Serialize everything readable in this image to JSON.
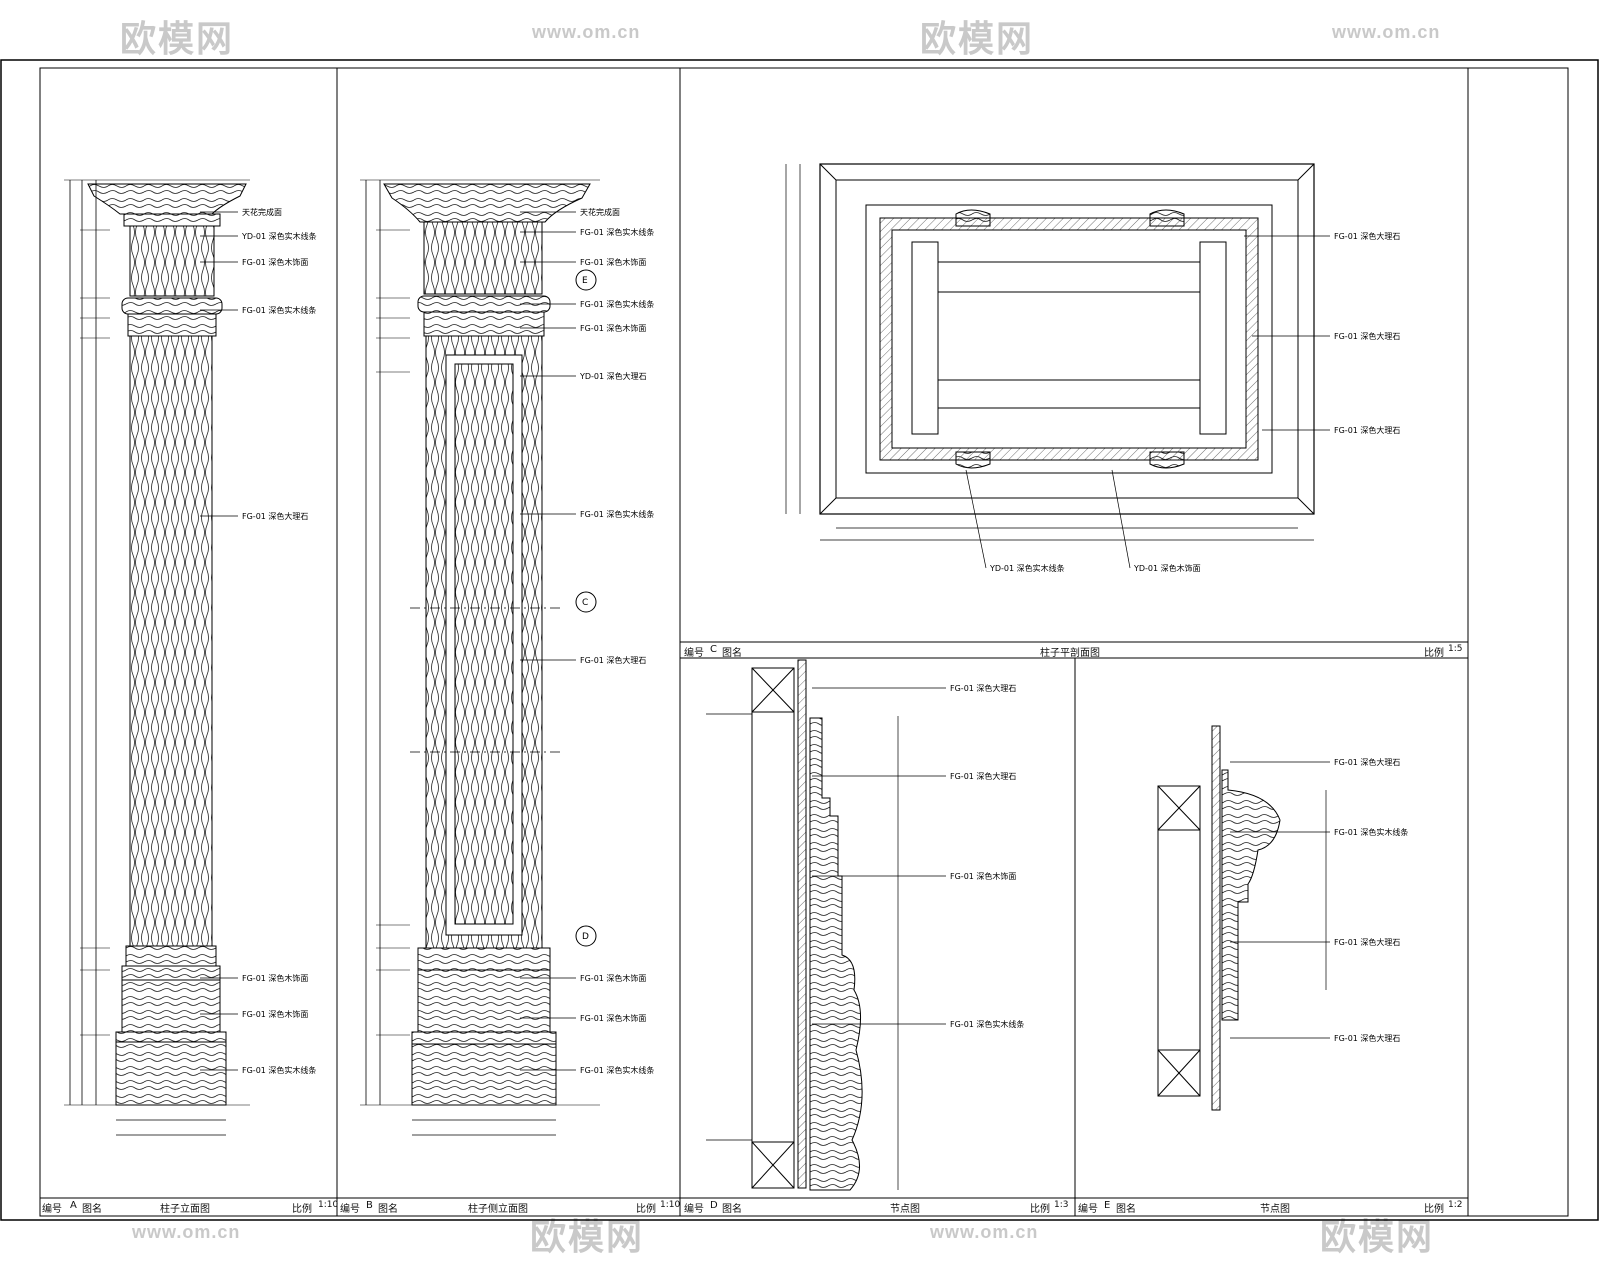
{
  "watermark": {
    "logo_text": "欧模网",
    "url_text": "www.om.cn"
  },
  "panel_a": {
    "id": "A",
    "title": "柱子立面图",
    "scale": "1:10",
    "code_label": "编号",
    "name_label": "图名",
    "scale_label": "比例",
    "callouts": [
      "天花完成面",
      "YD-01 深色实木线条",
      "FG-01 深色木饰面",
      "FG-01 深色实木线条",
      "FG-01 深色大理石",
      "FG-01 深色木饰面",
      "FG-01 深色木饰面",
      "FG-01 深色实木线条"
    ]
  },
  "panel_b": {
    "id": "B",
    "title": "柱子侧立面图",
    "scale": "1:10",
    "code_label": "编号",
    "name_label": "图名",
    "scale_label": "比例",
    "markers": [
      "E",
      "C",
      "D"
    ],
    "callouts": [
      "天花完成面",
      "FG-01 深色实木线条",
      "FG-01 深色木饰面",
      "FG-01 深色实木线条",
      "FG-01 深色木饰面",
      "YD-01 深色大理石",
      "FG-01 深色实木线条",
      "FG-01 深色大理石",
      "FG-01 深色木饰面",
      "FG-01 深色木饰面",
      "FG-01 深色实木线条"
    ]
  },
  "panel_c": {
    "id": "C",
    "title": "柱子平剖面图",
    "scale": "1:5",
    "code_label": "编号",
    "name_label": "图名",
    "scale_label": "比例",
    "callouts": [
      "FG-01 深色大理石",
      "FG-01 深色大理石",
      "FG-01 深色大理石",
      "YD-01 深色实木线条",
      "YD-01 深色木饰面"
    ]
  },
  "panel_d": {
    "id": "D",
    "title": "节点图",
    "scale": "1:3",
    "code_label": "编号",
    "name_label": "图名",
    "scale_label": "比例",
    "callouts": [
      "FG-01 深色大理石",
      "FG-01 深色大理石",
      "FG-01 深色木饰面",
      "FG-01 深色实木线条"
    ]
  },
  "panel_e": {
    "id": "E",
    "title": "节点图",
    "scale": "1:2",
    "code_label": "编号",
    "name_label": "图名",
    "scale_label": "比例",
    "callouts": [
      "FG-01 深色大理石",
      "FG-01 深色实木线条",
      "FG-01 深色大理石",
      "FG-01 深色大理石"
    ]
  }
}
